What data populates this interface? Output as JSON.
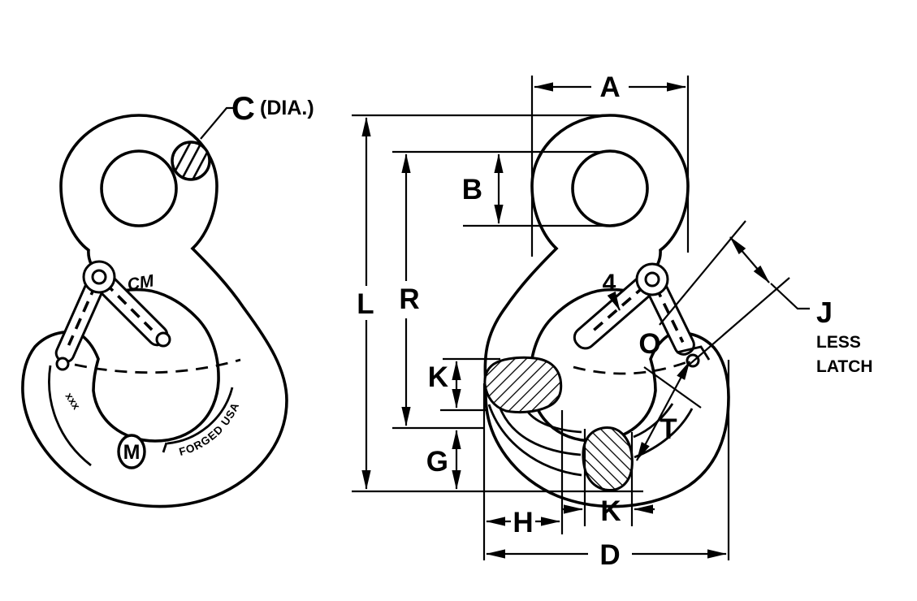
{
  "drawing": {
    "colors": {
      "ink": "#000000",
      "paper": "#ffffff"
    },
    "left_view": {
      "section_dim": "C",
      "section_dia_note": "(DIA.)",
      "brand_mark": "CM",
      "heat_code_mark": "xxx",
      "oval_mark": "M",
      "forged_mark": "FORGED USA"
    },
    "right_view": {
      "dim_a": "A",
      "dim_b": "B",
      "dim_l": "L",
      "dim_r": "R",
      "dim_k_side": "K",
      "dim_g": "G",
      "dim_h": "H",
      "dim_k_bottom": "K",
      "dim_d": "D",
      "dim_o": "O",
      "dim_t": "T",
      "dim_j": "J",
      "j_note_line1": "LESS",
      "j_note_line2": "LATCH",
      "latch_mark": "4"
    }
  }
}
